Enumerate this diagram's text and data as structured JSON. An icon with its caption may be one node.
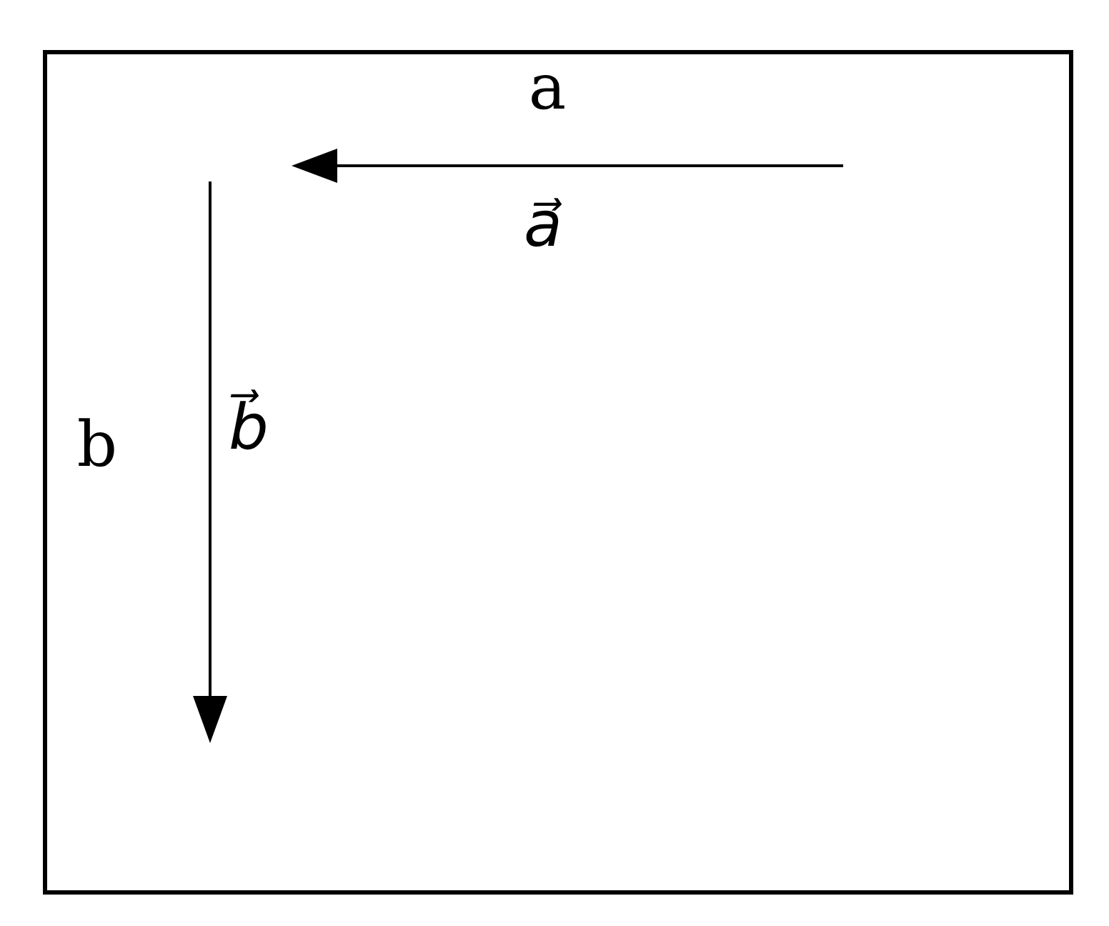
{
  "diagram": {
    "labels": [
      "a",
      "a⃗",
      "b",
      "b⃗"
    ]
  }
}
